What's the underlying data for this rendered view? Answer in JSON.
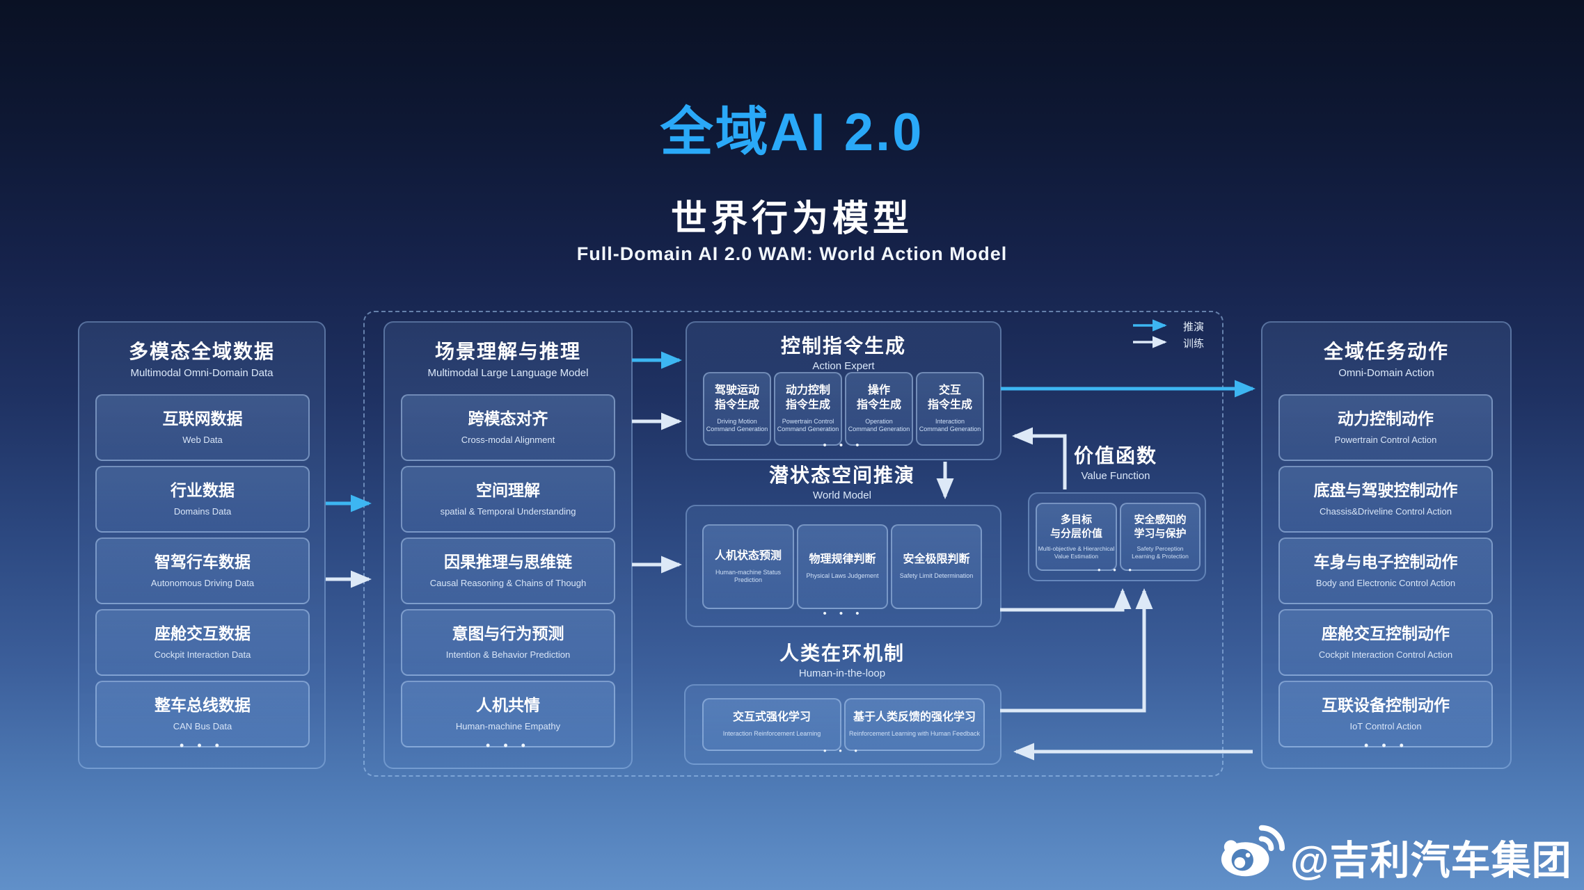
{
  "colors": {
    "accent_cyan": "#3db6f2",
    "arrow_light": "#dde9f7",
    "title_blue": "#2aa9f8",
    "bg_top": "#0a1124",
    "bg_bottom": "#6190c9"
  },
  "title": {
    "main": "全域AI 2.0",
    "sub": "世界行为模型",
    "en": "Full-Domain AI 2.0  WAM: World Action Model"
  },
  "legend": {
    "infer": "推演",
    "train": "训练"
  },
  "col_data": {
    "title": "多模态全域数据",
    "en": "Multimodal Omni-Domain Data",
    "more": "• • •",
    "items": [
      {
        "zh": "互联网数据",
        "en": "Web Data"
      },
      {
        "zh": "行业数据",
        "en": "Domains Data"
      },
      {
        "zh": "智驾行车数据",
        "en": "Autonomous Driving Data"
      },
      {
        "zh": "座舱交互数据",
        "en": "Cockpit Interaction Data"
      },
      {
        "zh": "整车总线数据",
        "en": "CAN Bus Data"
      }
    ]
  },
  "col_mllm": {
    "title": "场景理解与推理",
    "en": "Multimodal Large Language Model",
    "more": "• • •",
    "items": [
      {
        "zh": "跨模态对齐",
        "en": "Cross-modal Alignment"
      },
      {
        "zh": "空间理解",
        "en": "spatial & Temporal Understanding"
      },
      {
        "zh": "因果推理与思维链",
        "en": "Causal Reasoning & Chains of Though"
      },
      {
        "zh": "意图与行为预测",
        "en": "Intention & Behavior Prediction"
      },
      {
        "zh": "人机共情",
        "en": "Human-machine Empathy"
      }
    ]
  },
  "action_expert": {
    "title": "控制指令生成",
    "en": "Action Expert",
    "more": "• • •",
    "items": [
      {
        "zh": "驾驶运动\n指令生成",
        "en": "Driving Motion\nCommand Generation"
      },
      {
        "zh": "动力控制\n指令生成",
        "en": "Powertrain Control\nCommand Generation"
      },
      {
        "zh": "操作\n指令生成",
        "en": "Operation\nCommand Generation"
      },
      {
        "zh": "交互\n指令生成",
        "en": "Interaction\nCommand Generation"
      }
    ]
  },
  "world_model": {
    "title": "潜状态空间推演",
    "en": "World Model",
    "more": "• • •",
    "items": [
      {
        "zh": "人机状态预测",
        "en": "Human-machine Status Prediction"
      },
      {
        "zh": "物理规律判断",
        "en": "Physical Laws Judgement"
      },
      {
        "zh": "安全极限判断",
        "en": "Safety Limit Determination"
      }
    ]
  },
  "value_function": {
    "title": "价值函数",
    "en": "Value Function",
    "more": "• • •",
    "items": [
      {
        "zh": "多目标\n与分层价值",
        "en": "Multi-objective & Hierarchical\nValue Estimation"
      },
      {
        "zh": "安全感知的\n学习与保护",
        "en": "Safety Perception\nLearning & Protection"
      }
    ]
  },
  "hitl": {
    "title": "人类在环机制",
    "en": "Human-in-the-loop",
    "more": "• • •",
    "items": [
      {
        "zh": "交互式强化学习",
        "en": "Interaction Reinforcement Learning"
      },
      {
        "zh": "基于人类反馈的强化学习",
        "en": "Reinforcement Learning with Human Feedback"
      }
    ]
  },
  "col_action": {
    "title": "全域任务动作",
    "en": "Omni-Domain Action",
    "more": "• • •",
    "items": [
      {
        "zh": "动力控制动作",
        "en": "Powertrain Control Action"
      },
      {
        "zh": "底盘与驾驶控制动作",
        "en": "Chassis&Driveline Control Action"
      },
      {
        "zh": "车身与电子控制动作",
        "en": "Body and Electronic Control Action"
      },
      {
        "zh": "座舱交互控制动作",
        "en": "Cockpit Interaction Control Action"
      },
      {
        "zh": "互联设备控制动作",
        "en": "IoT Control Action"
      }
    ]
  },
  "watermark": {
    "handle": "@吉利汽车集团"
  }
}
